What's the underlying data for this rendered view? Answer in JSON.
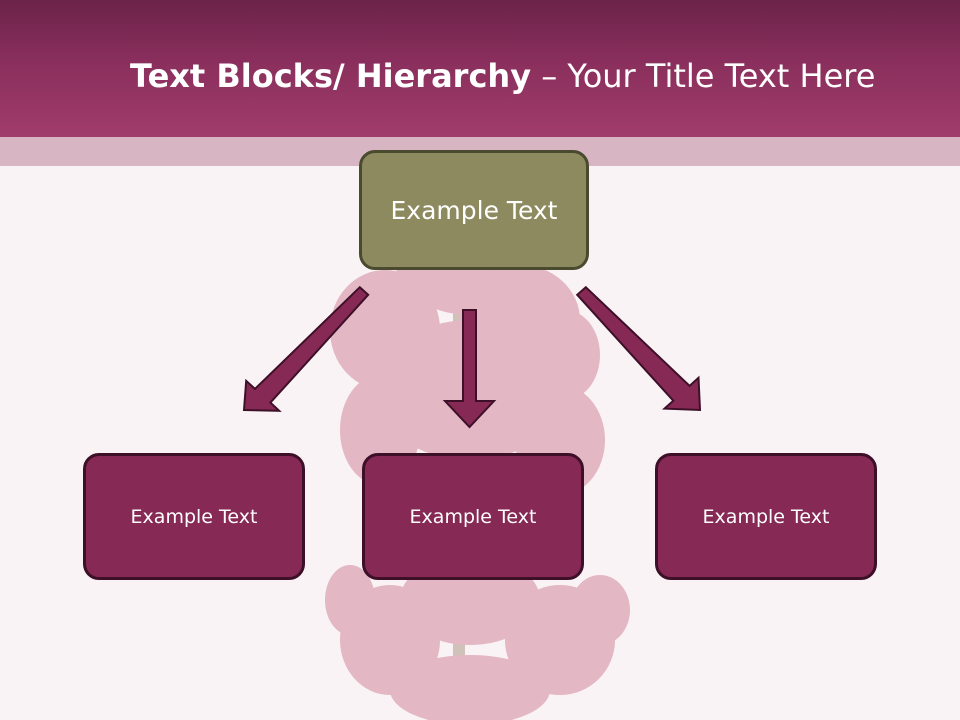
{
  "header": {
    "title_bold": "Text Blocks/ Hierarchy",
    "title_rest": " – Your Title Text Here"
  },
  "diagram": {
    "top_box": {
      "label": "Example Text"
    },
    "children": [
      {
        "label": "Example Text"
      },
      {
        "label": "Example Text"
      },
      {
        "label": "Example Text"
      }
    ]
  },
  "colors": {
    "header": "#8a2f5d",
    "band": "#d8b5c3",
    "top_box_fill": "#8c8a5e",
    "child_box_fill": "#862955",
    "arrow_fill": "#862955",
    "plant": "#b83a5c"
  },
  "background_image": {
    "icon": "plant-silhouette"
  }
}
